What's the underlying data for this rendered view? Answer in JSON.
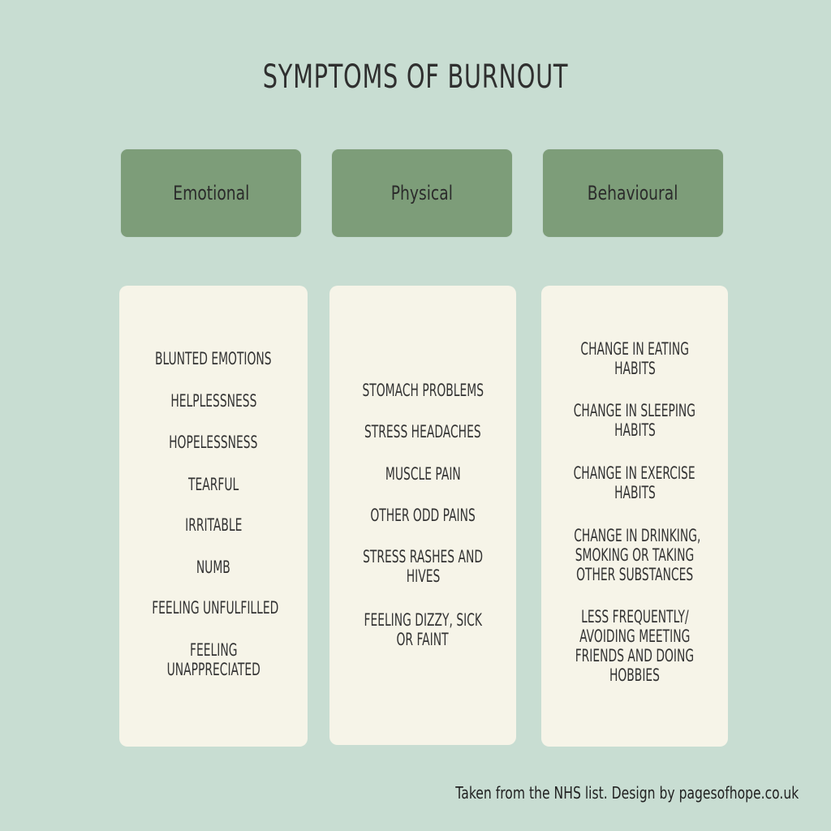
{
  "title": "SYMPTOMS OF BURNOUT",
  "columns": [
    {
      "heading": "Emotional",
      "items": [
        [
          "BLUNTED EMOTIONS"
        ],
        [
          "HELPLESSNESS"
        ],
        [
          "HOPELESSNESS"
        ],
        [
          "TEARFUL"
        ],
        [
          "IRRITABLE"
        ],
        [
          "NUMB"
        ],
        [
          "FEELING UNFULFILLED"
        ],
        [
          "FEELING",
          "UNAPPRECIATED"
        ]
      ]
    },
    {
      "heading": "Physical",
      "items": [
        [
          "STOMACH PROBLEMS"
        ],
        [
          "STRESS HEADACHES"
        ],
        [
          "MUSCLE PAIN"
        ],
        [
          "OTHER ODD PAINS"
        ],
        [
          "STRESS RASHES AND",
          "HIVES"
        ],
        [
          "FEELING DIZZY, SICK",
          "OR FAINT"
        ]
      ]
    },
    {
      "heading": "Behavioural",
      "items": [
        [
          "CHANGE IN EATING",
          "HABITS"
        ],
        [
          "CHANGE IN SLEEPING",
          "HABITS"
        ],
        [
          "CHANGE IN EXERCISE",
          "HABITS"
        ],
        [
          "CHANGE IN DRINKING,",
          "SMOKING OR TAKING",
          "OTHER SUBSTANCES"
        ],
        [
          "LESS FREQUENTLY/",
          "AVOIDING MEETING",
          "FRIENDS AND DOING",
          "HOBBIES"
        ]
      ]
    }
  ],
  "footer": "Taken from the NHS list. Design by pagesofhope.co.uk",
  "colors": {
    "background": "#c8ddd2",
    "header": "#7d9d79",
    "panel": "#f6f4e8",
    "text": "#2e2e2e"
  }
}
